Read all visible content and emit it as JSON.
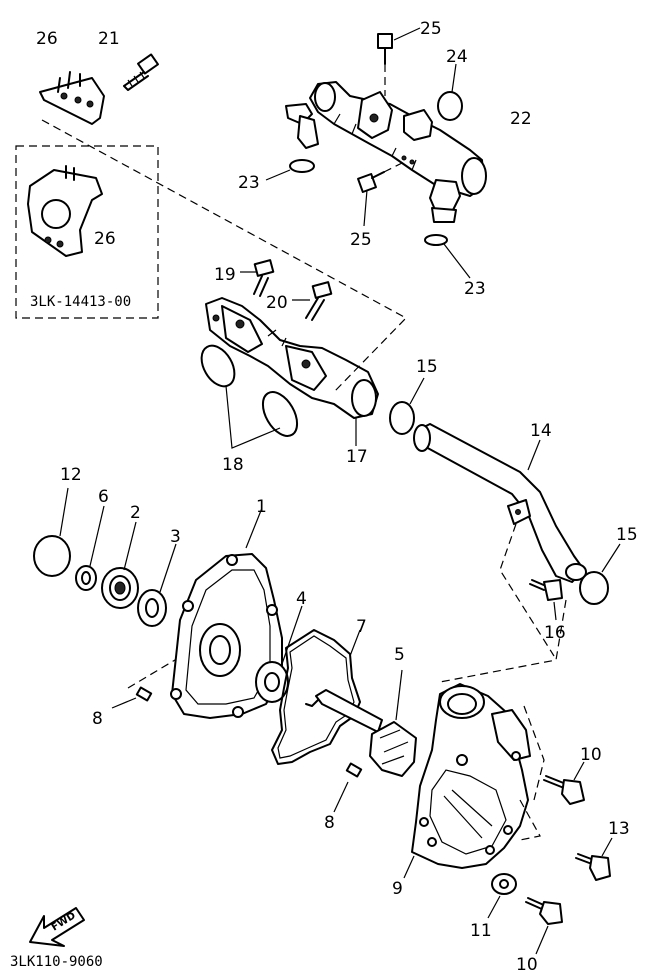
{
  "diagram": {
    "labels": {
      "p1": "1",
      "p2": "2",
      "p3": "3",
      "p4": "4",
      "p5": "5",
      "p6": "6",
      "p7": "7",
      "p8a": "8",
      "p8b": "8",
      "p9": "9",
      "p10a": "10",
      "p10b": "10",
      "p11": "11",
      "p12": "12",
      "p13": "13",
      "p14": "14",
      "p15a": "15",
      "p15b": "15",
      "p16": "16",
      "p17": "17",
      "p18": "18",
      "p19": "19",
      "p20": "20",
      "p21": "21",
      "p22": "22",
      "p23a": "23",
      "p23b": "23",
      "p24": "24",
      "p25a": "25",
      "p25b": "25",
      "p26a": "26",
      "p26b": "26"
    },
    "inset_code": "3LK-14413-00",
    "catalog_code": "3LK110-9060",
    "fwd_label": "FWD"
  }
}
